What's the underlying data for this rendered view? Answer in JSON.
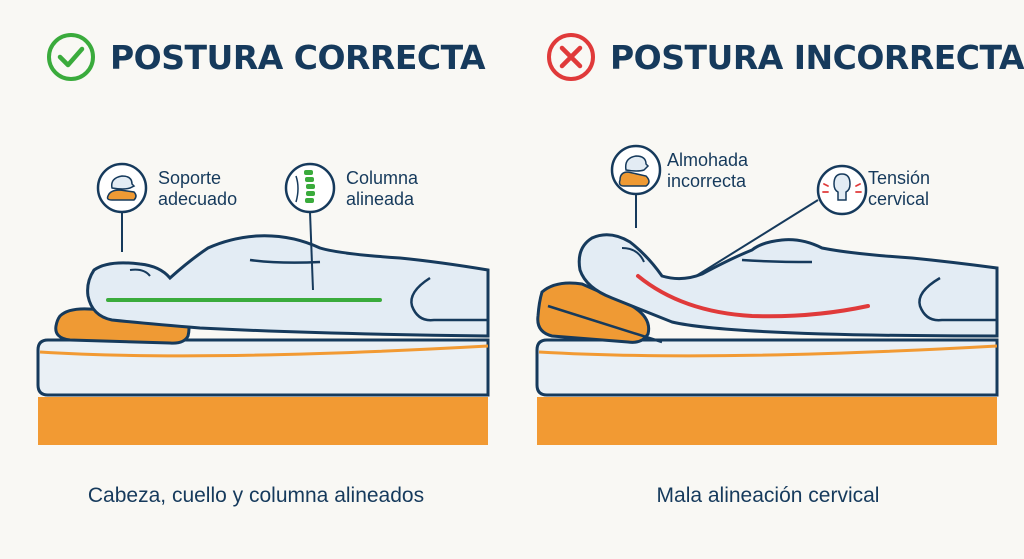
{
  "colors": {
    "navy": "#163a5c",
    "correct_green": "#3aab3c",
    "incorrect_red": "#e03a3a",
    "mattress_orange": "#f29a33",
    "body_fill": "#e3ecf4",
    "mattress_fill": "#eaf0f5",
    "pillow_orange": "#ef9a34"
  },
  "correct": {
    "title": "POSTURA CORRECTA",
    "status_icon": "check-icon",
    "callouts": [
      {
        "label": "Soporte\nadecuado",
        "icon": "pillow-support-icon"
      },
      {
        "label": "Columna\nalineada",
        "icon": "spine-icon"
      }
    ],
    "caption": "Cabeza, cuello y columna alineados"
  },
  "incorrect": {
    "title": "POSTURA INCORRECTA",
    "status_icon": "cross-icon",
    "callouts": [
      {
        "label": "Almohada\nincorrecta",
        "icon": "pillow-raised-icon"
      },
      {
        "label": "Tensión\ncervical",
        "icon": "neck-tension-icon"
      }
    ],
    "caption": "Mala alineación cervical"
  }
}
